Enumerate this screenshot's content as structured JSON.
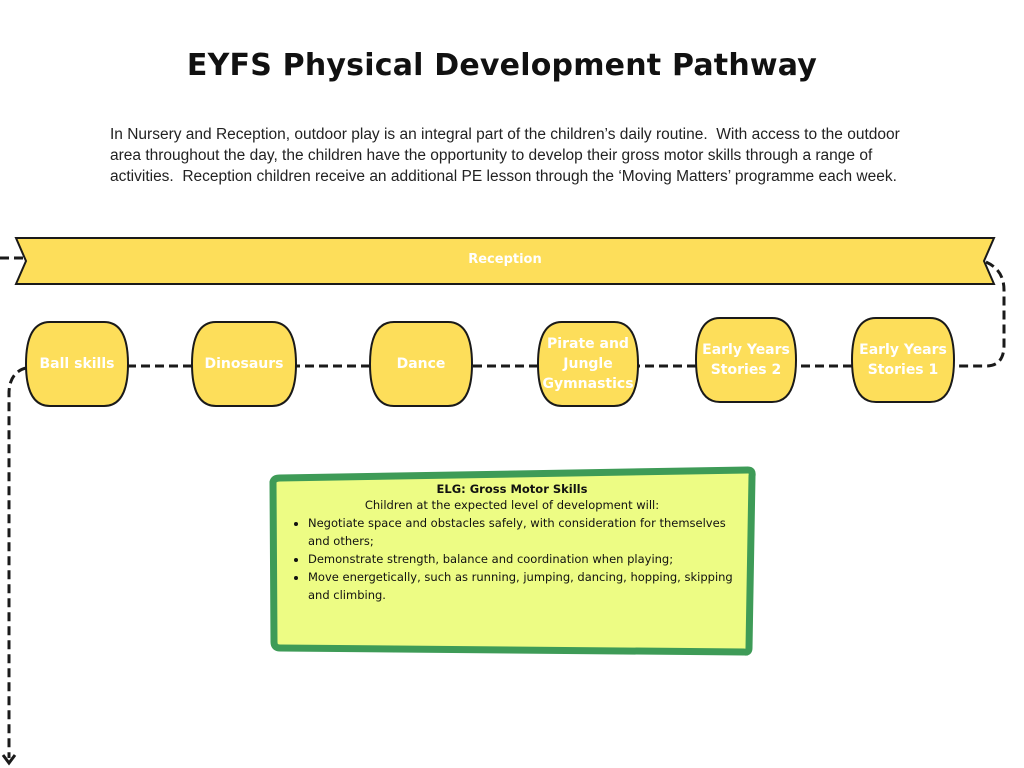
{
  "title": "EYFS Physical Development Pathway",
  "intro": "In Nursery and Reception, outdoor play is an integral part of the children’s daily routine.  With access to the outdoor  area throughout the day, the children have the opportunity to develop their gross motor skills through a range of activities.  Reception children receive an additional PE lesson through the ‘Moving Matters’ programme each week.",
  "banner": {
    "label": "Reception"
  },
  "nodes": [
    {
      "label": "Ball skills"
    },
    {
      "label": "Dinosaurs"
    },
    {
      "label": "Dance"
    },
    {
      "label": "Pirate and Jungle Gymnastics"
    },
    {
      "label": "Early Years Stories 2"
    },
    {
      "label": "Early Years Stories 1"
    }
  ],
  "elg": {
    "heading": "ELG: Gross Motor Skills",
    "subheading": "Children at the expected level of development will:",
    "items": [
      "Negotiate space and obstacles safely, with consideration for themselves and others;",
      "Demonstrate strength, balance and coordination when playing;",
      "Move energetically, such as running, jumping, dancing, hopping, skipping and climbing."
    ]
  },
  "colors": {
    "node_fill": "#FDDE5A",
    "outline": "#1a1a1a",
    "elg_fill": "#EDFC84",
    "elg_border": "#3E9B57"
  }
}
